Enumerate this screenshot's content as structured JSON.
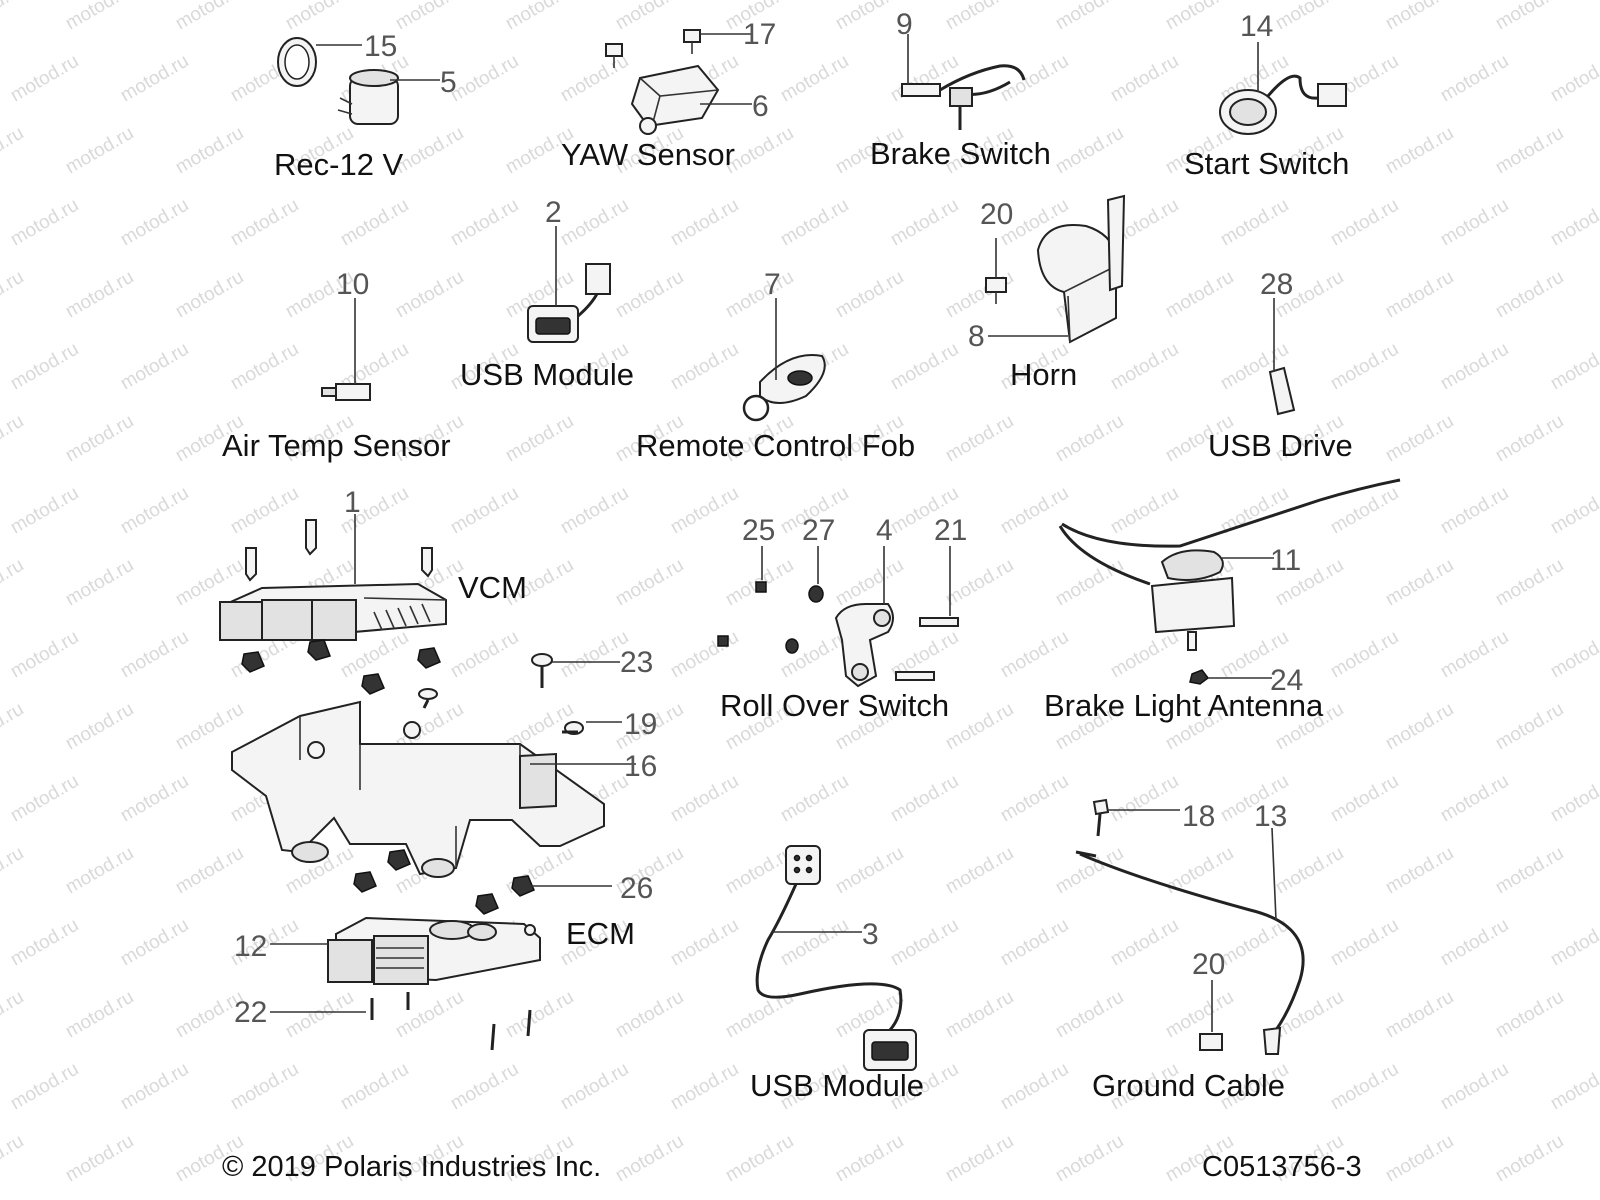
{
  "watermark": "motod.ru",
  "labels": {
    "rec12v": "Rec-12 V",
    "yaw": "YAW Sensor",
    "brake_switch": "Brake Switch",
    "start_switch": "Start Switch",
    "usb_module_top": "USB Module",
    "air_temp": "Air Temp Sensor",
    "fob": "Remote Control Fob",
    "horn": "Horn",
    "usb_drive": "USB Drive",
    "vcm": "VCM",
    "rollover": "Roll Over Switch",
    "brake_light_antenna": "Brake Light Antenna",
    "ecm": "ECM",
    "usb_module_bottom": "USB Module",
    "ground_cable": "Ground Cable"
  },
  "callouts": {
    "c1": "1",
    "c2": "2",
    "c3": "3",
    "c4": "4",
    "c5": "5",
    "c6": "6",
    "c7": "7",
    "c8": "8",
    "c9": "9",
    "c10": "10",
    "c11": "11",
    "c12": "12",
    "c13": "13",
    "c14": "14",
    "c15": "15",
    "c16": "16",
    "c17": "17",
    "c18": "18",
    "c19": "19",
    "c20a": "20",
    "c20b": "20",
    "c21": "21",
    "c22": "22",
    "c23": "23",
    "c24": "24",
    "c25": "25",
    "c26": "26",
    "c27": "27",
    "c28": "28"
  },
  "footer": {
    "copyright": "© 2019 Polaris Industries Inc.",
    "code": "C0513756-3"
  }
}
